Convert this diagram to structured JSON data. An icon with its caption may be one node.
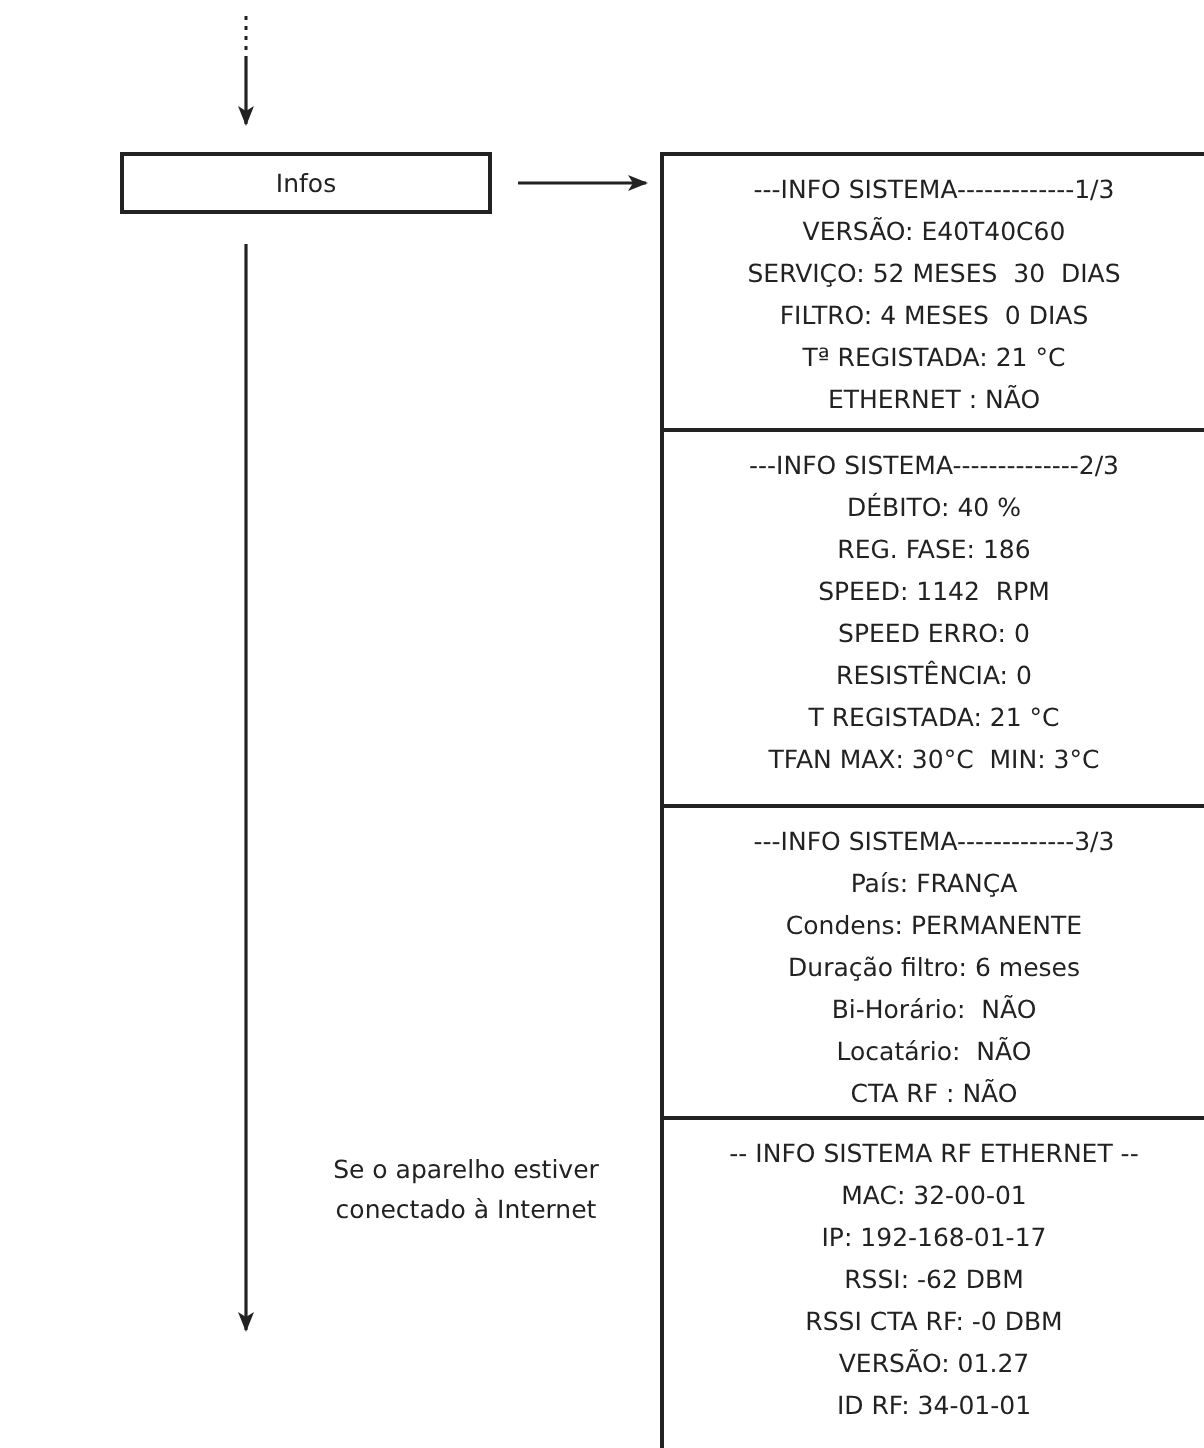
{
  "diagram": {
    "nodes": [
      {
        "text": [
          "Infos"
        ]
      },
      {
        "text": [
          "---INFO SISTEMA-------------1/3",
          "VERSÃO: E40T40C60",
          "SERVIÇO: 52 MESES  30  DIAS",
          "FILTRO: 4 MESES  0 DIAS",
          "Tª REGISTADA: 21 °C",
          "ETHERNET : NÃO"
        ]
      },
      {
        "text": [
          "---INFO SISTEMA--------------2/3",
          "DÉBITO: 40 %",
          "REG. FASE: 186",
          "SPEED: 1142  RPM",
          "SPEED ERRO: 0",
          "RESISTÊNCIA: 0",
          "T REGISTADA: 21 °C",
          "TFAN MAX: 30°C  MIN: 3°C"
        ]
      },
      {
        "text": [
          "---INFO SISTEMA-------------3/3",
          "País: FRANÇA",
          "Condens: PERMANENTE",
          "Duração filtro: 6 meses",
          "Bi-Horário:  NÃO",
          "Locatário:  NÃO",
          "CTA RF : NÃO"
        ]
      },
      {
        "text": [
          "-- INFO SISTEMA RF ETHERNET --",
          "MAC: 32-00-01",
          "IP: 192-168-01-17",
          "RSSI: -62 DBM",
          "RSSI CTA RF: -0 DBM",
          "VERSÃO: 01.27",
          "ID RF: 34-01-01"
        ]
      }
    ],
    "edges": [
      {
        "from": null,
        "to": 0,
        "arrow": "to"
      },
      {
        "from": 0,
        "to": 1,
        "arrow": "to"
      },
      {
        "from": 0,
        "to": null,
        "arrow": "to",
        "label": "Se o aparelho estiver conectado à Internet"
      }
    ]
  }
}
